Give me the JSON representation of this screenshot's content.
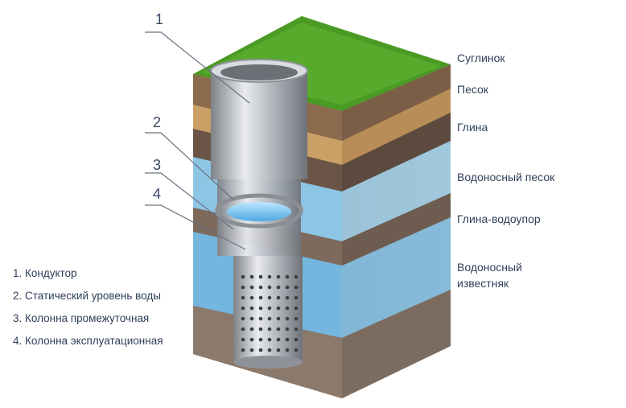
{
  "numbers": [
    "1",
    "2",
    "3",
    "4"
  ],
  "layers": [
    "Суглинок",
    "Песок",
    "Глина",
    "Водоносный песок",
    "Глина-водоупор",
    "Водоносный",
    "известняк"
  ],
  "legend": [
    "1. Кондуктор",
    "2. Статический уровень воды",
    "3. Колонна промежуточная",
    "4. Колонна эксплуатационная"
  ],
  "colors": {
    "grass": "#3d8f1f",
    "sand": "#c89a5a",
    "clay": "#6b5344",
    "water": "#7cc4f0",
    "steel": "#b9bcc0",
    "text": "#2f3f5a"
  }
}
